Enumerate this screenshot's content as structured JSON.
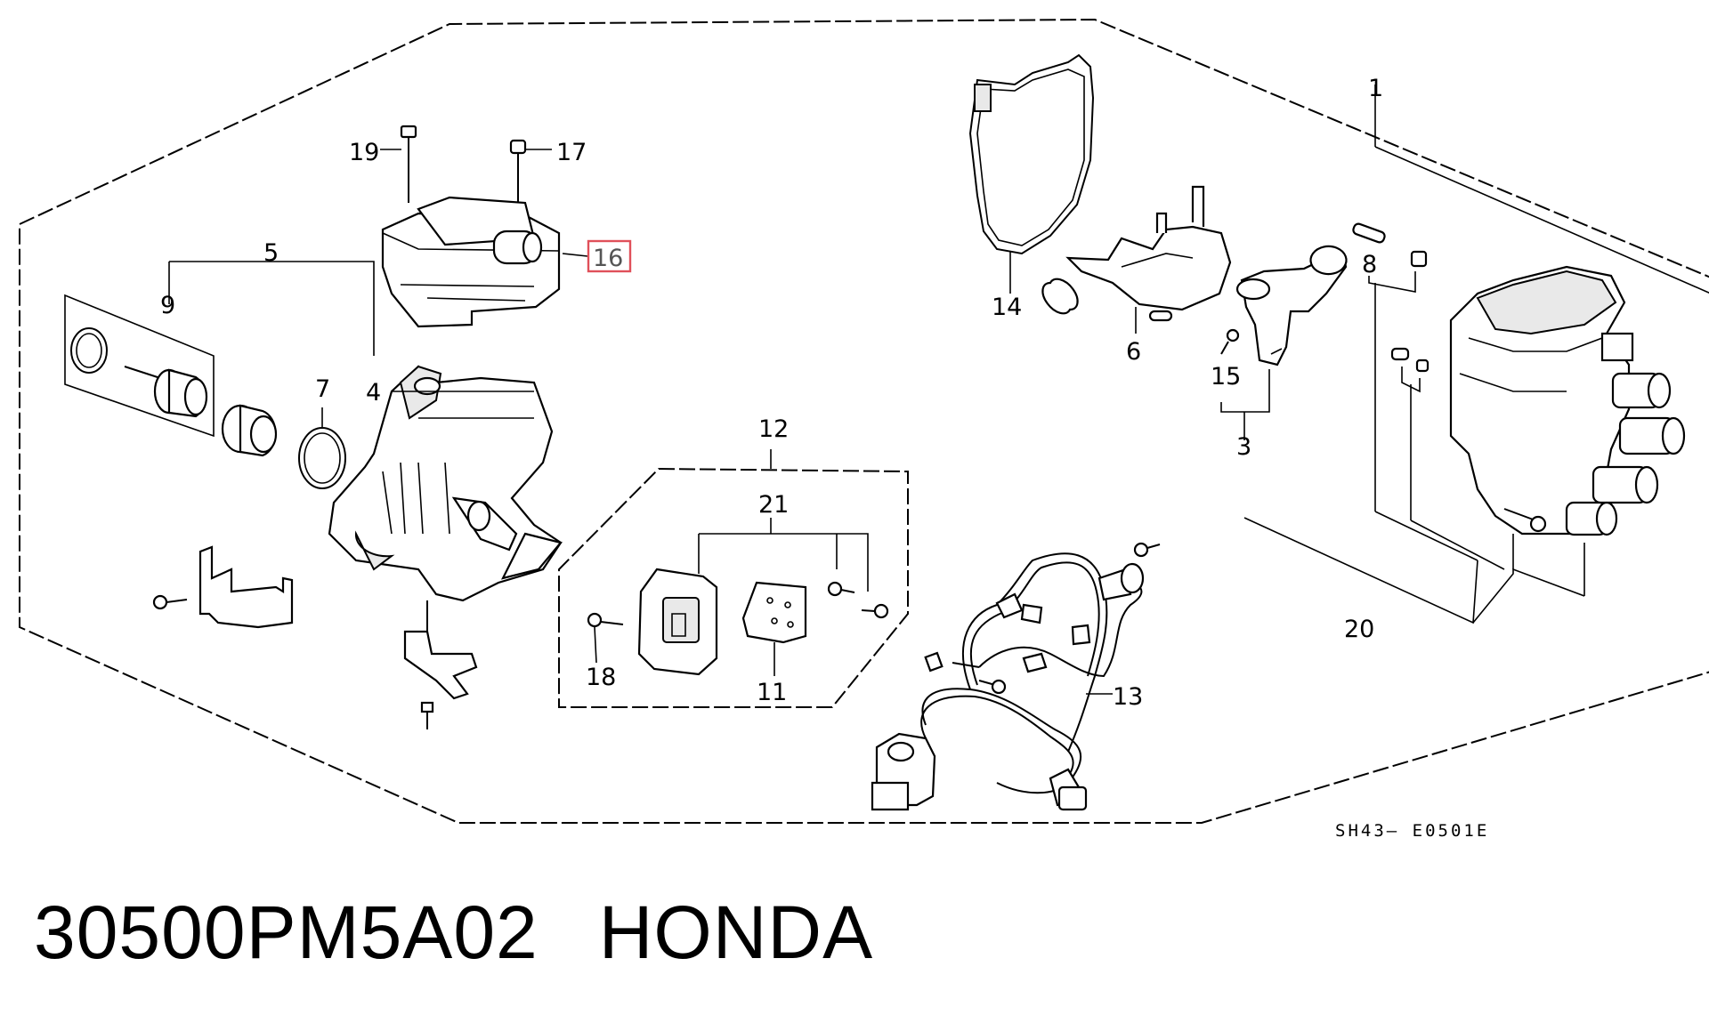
{
  "diagram": {
    "callouts": {
      "c1": "1",
      "c3": "3",
      "c4": "4",
      "c5": "5",
      "c6": "6",
      "c7": "7",
      "c8": "8",
      "c9": "9",
      "c11": "11",
      "c12": "12",
      "c13": "13",
      "c14": "14",
      "c15": "15",
      "c16": "16",
      "c17": "17",
      "c18": "18",
      "c19": "19",
      "c20": "20",
      "c21": "21"
    },
    "highlighted_callout": "16",
    "drawing_code": "SH43– E0501E",
    "highlight_color": "#e0505a"
  },
  "caption": {
    "part_number": "30500PM5A02",
    "brand": "HONDA"
  }
}
